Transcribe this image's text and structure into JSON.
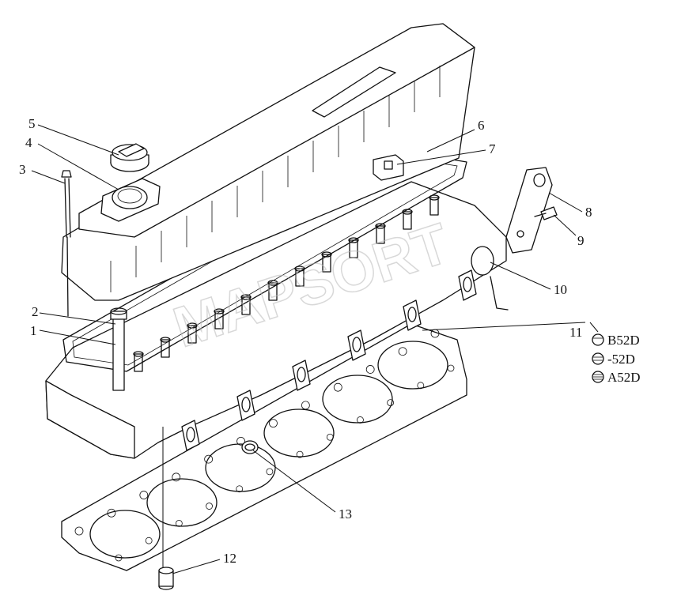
{
  "diagram": {
    "type": "exploded-parts-view",
    "callouts": [
      {
        "number": "1"
      },
      {
        "number": "2"
      },
      {
        "number": "3"
      },
      {
        "number": "4"
      },
      {
        "number": "5"
      },
      {
        "number": "6"
      },
      {
        "number": "7"
      },
      {
        "number": "8"
      },
      {
        "number": "9"
      },
      {
        "number": "10"
      },
      {
        "number": "11"
      },
      {
        "number": "12"
      },
      {
        "number": "13"
      }
    ],
    "variant_markers": [
      {
        "code": "B52D"
      },
      {
        "code": "-52D"
      },
      {
        "code": "A52D"
      }
    ],
    "watermark": "MAPSORT"
  }
}
